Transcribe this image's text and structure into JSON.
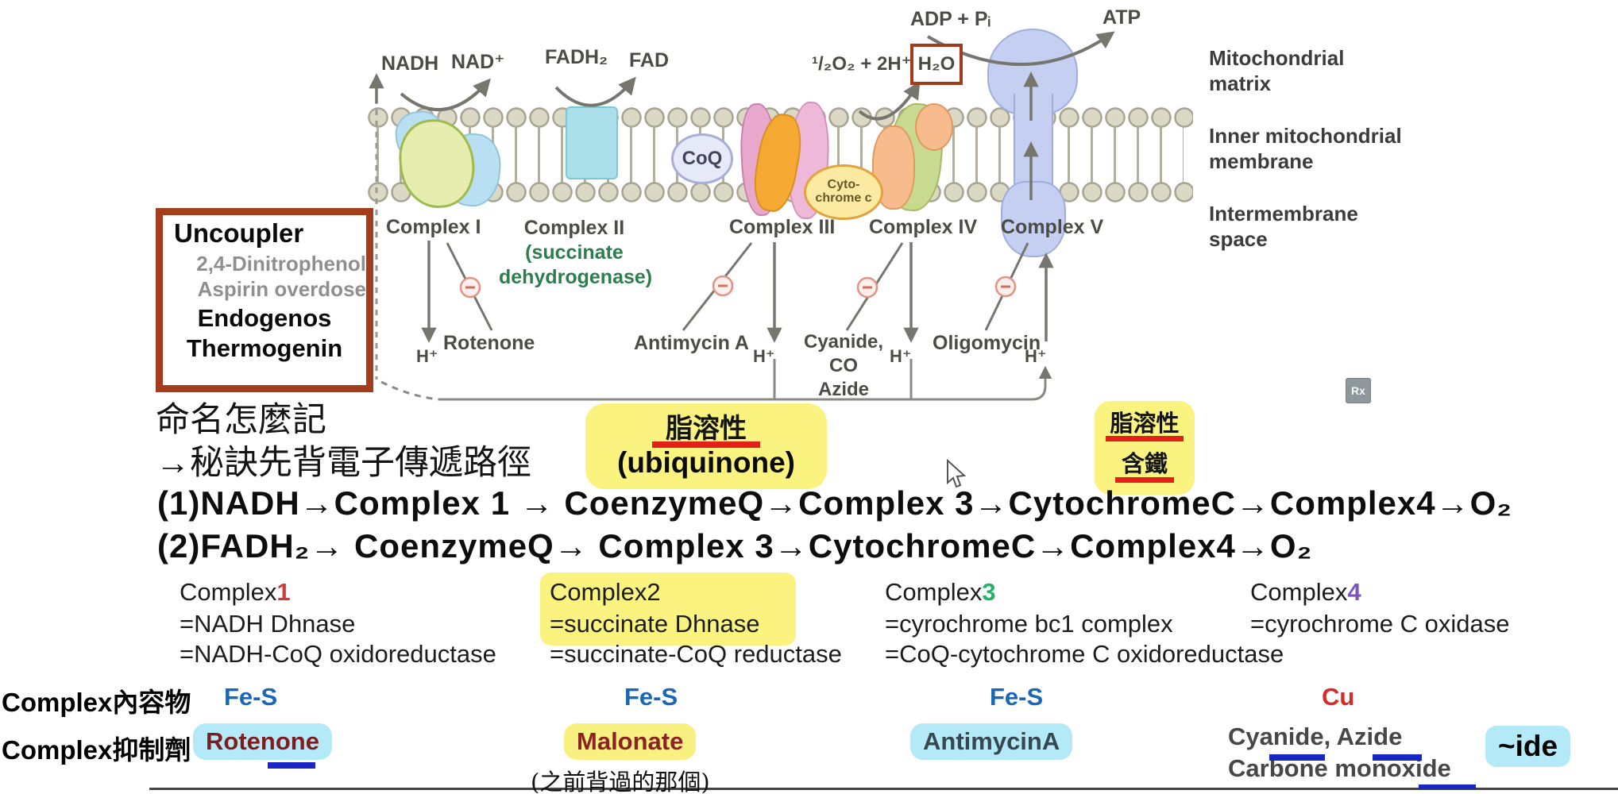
{
  "colors": {
    "yellow_highlight": "#faf37f",
    "cyan_highlight": "#b4e9f8",
    "red_underline": "#e32019",
    "blue_underline": "#1826c4",
    "brown_box": "#a63c1e",
    "fe_s_blue": "#1a67b5",
    "cu_red": "#d62b2b",
    "complex1_red": "#d03a3a",
    "complex3_green": "#27b06a",
    "complex4_purple": "#7b54bd",
    "succinate_green": "#2e7d4f"
  },
  "diagram": {
    "substrates": {
      "nadh": "NADH",
      "nad": "NAD⁺",
      "fadh2": "FADH₂",
      "fad": "FAD",
      "o2": "¹/₂O₂ + 2H⁺",
      "h2o": "H₂O",
      "adp": "ADP + Pᵢ",
      "atp": "ATP"
    },
    "coq": "CoQ",
    "cytc": {
      "line1": "Cyto-",
      "line2": "chrome c"
    },
    "complex_labels": {
      "c1": "Complex I",
      "c2": "Complex II",
      "c2_sub1": "(succinate",
      "c2_sub2": "dehydrogenase)",
      "c3": "Complex III",
      "c4": "Complex IV",
      "c5": "Complex V"
    },
    "inhibitors": {
      "rotenone": "Rotenone",
      "antimycin": "Antimycin A",
      "cyanide": "Cyanide,",
      "co": "CO",
      "azide": "Azide",
      "oligomycin": "Oligomycin"
    },
    "h_plus": "H⁺",
    "right_labels": {
      "matrix": "Mitochondrial matrix",
      "membrane": "Inner mitochondrial membrane",
      "space": "Intermembrane space"
    }
  },
  "uncoupler": {
    "title": "Uncoupler",
    "item1": "2,4-Dinitrophenol",
    "item2": "Aspirin overdose",
    "item3": "Endogenos",
    "item4": "Thermogenin"
  },
  "notes": {
    "line1": "命名怎麼記",
    "line2": "→秘訣先背電子傳遞路徑",
    "highlight1": {
      "top": "脂溶性",
      "bottom": "(ubiquinone)"
    },
    "highlight2": {
      "top": "脂溶性",
      "bottom": "含鐵"
    }
  },
  "icons": {
    "broken_image": "Rx"
  },
  "pathways": {
    "line1": "(1)NADH→Complex 1 → CoenzymeQ→Complex 3→CytochromeC→Complex4→O₂",
    "line2": "(2)FADH₂→ CoenzymeQ→ Complex 3→CytochromeC→Complex4→O₂"
  },
  "complex_table": {
    "col1": {
      "name": "Complex",
      "num": "1",
      "row2": "=NADH Dhnase",
      "row3": "=NADH-CoQ oxidoreductase"
    },
    "col2": {
      "name": "Complex",
      "num": "2",
      "row2": "=succinate Dhnase",
      "row3": "=succinate-CoQ reductase"
    },
    "col3": {
      "name": "Complex",
      "num": "3",
      "row2": "=cyrochrome bc1 complex",
      "row3": "=CoQ-cytochrome C oxidoreductase"
    },
    "col4": {
      "name": "Complex",
      "num": "4",
      "row2": "=cyrochrome C oxidase"
    }
  },
  "contents_row": {
    "label": "Complex內容物",
    "fe_s_1": "Fe-S",
    "fe_s_2": "Fe-S",
    "fe_s_3": "Fe-S",
    "cu": "Cu"
  },
  "inhibitors_row": {
    "label": "Complex抑制劑",
    "rotenone": "Rotenone",
    "malonate": "Malonate",
    "malonate_note": "(之前背過的那個)",
    "antimycin": "AntimycinA",
    "cyanide_azide": "Cyanide, Azide",
    "carbon_monoxide": "Carbone monoxide",
    "ide_suffix": "~ide"
  }
}
